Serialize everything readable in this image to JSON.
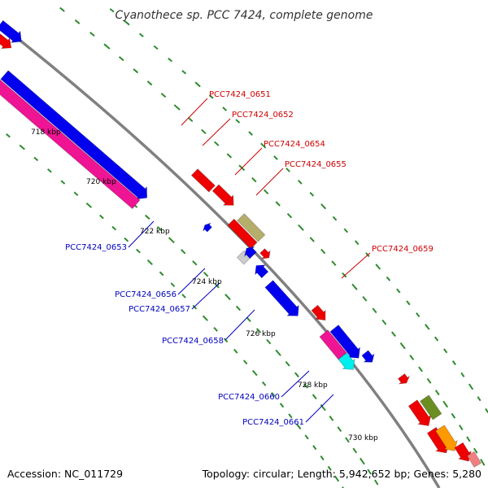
{
  "title": "Cyanothece sp. PCC 7424, complete genome",
  "footer": {
    "accession": "Accession: NC_011729",
    "summary": "Topology: circular; Length: 5,942,652 bp; Genes: 5,280"
  },
  "colors": {
    "background": "#ffffff",
    "backbone": "#808080",
    "tick": "#2e8b2e",
    "label_red": "#cc0000",
    "label_blue": "#0000bb"
  },
  "tick_labels": [
    "718 kbp",
    "720 kbp",
    "722 kbp",
    "724 kbp",
    "726 kbp",
    "728 kbp",
    "730 kbp"
  ],
  "gene_labels_red": [
    "PCC7424_0651",
    "PCC7424_0652",
    "PCC7424_0654",
    "PCC7424_0655",
    "PCC7424_0659"
  ],
  "gene_labels_blue": [
    "PCC7424_0653",
    "PCC7424_0656",
    "PCC7424_0657",
    "PCC7424_0658",
    "PCC7424_0660",
    "PCC7424_0661"
  ],
  "feature_colors": {
    "red": "#ee0000",
    "blue": "#0000ee",
    "pink": "#ee1493",
    "khaki": "#b5ad6a",
    "gray": "#cccccc",
    "cyan": "#00eeee",
    "olive": "#6b8e23",
    "orange": "#ff9900",
    "lightred": "#f08080"
  }
}
